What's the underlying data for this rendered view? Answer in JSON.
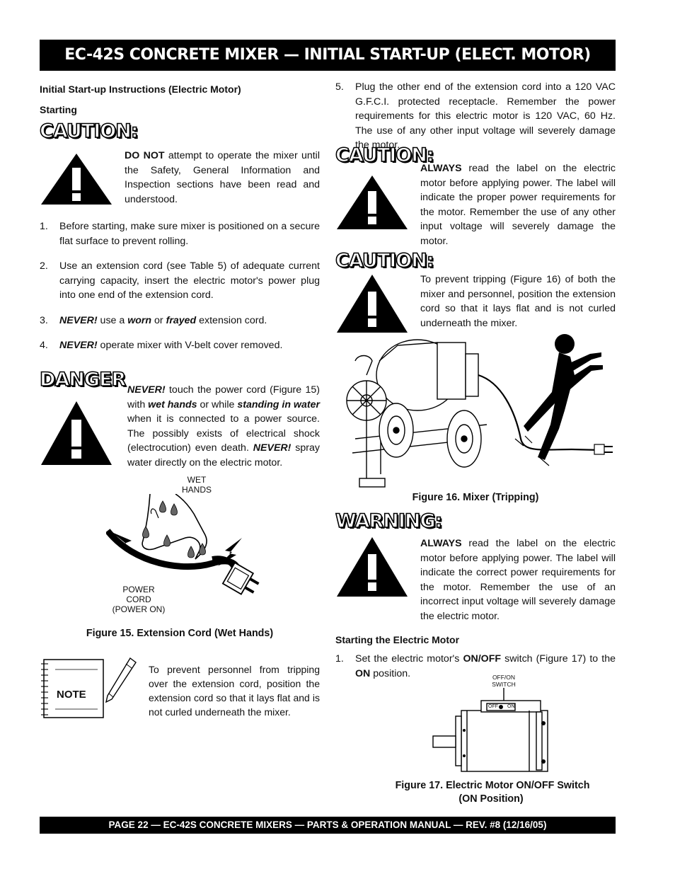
{
  "title": "EC-42S  CONCRETE MIXER — INITIAL START-UP (ELECT. MOTOR)",
  "footer": "PAGE 22 — EC-42S    CONCRETE MIXERS — PARTS & OPERATION MANUAL — REV. #8 (12/16/05)",
  "left": {
    "heading1": "Initial Start-up  Instructions (Electric Motor)",
    "heading2": "Starting",
    "caution1": {
      "label": "CAUTION:",
      "bold_lead": "DO NOT",
      "text": " attempt to operate the mixer until the Safety, General Information and Inspection sections have been read and understood."
    },
    "steps": [
      {
        "num": "1.",
        "text": "Before starting,  make sure mixer is positioned on a secure flat surface to prevent rolling."
      },
      {
        "num": "2.",
        "text": "Use an extension cord (see Table 5) of adequate current carrying capacity, insert the electric motor's power plug into one end of the extension cord."
      },
      {
        "num": "3.",
        "never": "NEVER!",
        "t1": " use a ",
        "worn": "worn",
        "t2": " or ",
        "frayed": "frayed",
        "t3": " extension cord."
      },
      {
        "num": "4.",
        "never": "NEVER!",
        "t1": " operate mixer with V-belt cover removed."
      }
    ],
    "danger": {
      "label": "DANGER",
      "never1": "NEVER!",
      "t1": " touch the power cord (Figure 15) with ",
      "wet": "wet hands",
      "t2": " or while ",
      "standing": "standing in water",
      "t3": " when it is connected to a power source. The possibly exists of electrical shock (electrocution) even death. ",
      "never2": "NEVER!",
      "t4": " spray water directly on the electric motor."
    },
    "figure15": {
      "label_wet": "WET",
      "label_hands": "HANDS",
      "label_power": "POWER",
      "label_cord": "CORD",
      "label_on": "(POWER ON)",
      "caption": "Figure  15. Extension Cord (Wet Hands)"
    },
    "note": {
      "label": "NOTE",
      "text": "To prevent personnel from tripping over the extension cord, position the extension cord so that it lays flat and is not curled underneath the mixer."
    }
  },
  "right": {
    "step5": {
      "num": "5.",
      "text": "Plug the other end of the extension cord into a 120 VAC G.F.C.I. protected receptacle. Remember the power requirements for this electric motor  is 120 VAC, 60 Hz.  The use of any other input voltage will severely damage the motor."
    },
    "caution2": {
      "label": "CAUTION:",
      "bold_lead": "ALWAYS",
      "text": " read the label on the electric motor before applying power. The label will indicate the proper power requirements for the motor. Remember the use of any other input voltage will severely damage the motor."
    },
    "caution3": {
      "label": "CAUTION:",
      "text": "To prevent tripping (Figure 16) of both the mixer and personnel, position the extension cord so that it lays flat and is not curled underneath the mixer."
    },
    "figure16": {
      "caption": "Figure 16. Mixer (Tripping)"
    },
    "warning": {
      "label": "WARNING:",
      "bold_lead": "ALWAYS",
      "text": " read the label on the electric motor before applying power. The label will indicate the correct power requirements for the motor. Remember the use of an incorrect input voltage will severely damage the electric motor."
    },
    "heading": "Starting the Electric Motor",
    "step1": {
      "num": "1.",
      "t1": "Set the electric motor's ",
      "onoff": "ON/OFF",
      "t2": " switch  (Figure 17) to the ",
      "on": "ON",
      "t3": " position."
    },
    "figure17": {
      "label_top1": "OFF/ON",
      "label_top2": "SWITCH",
      "switch_off": "OFF",
      "switch_on": "ON",
      "caption1": "Figure 17.  Electric Motor ON/OFF Switch",
      "caption2": "(ON Position)"
    }
  }
}
